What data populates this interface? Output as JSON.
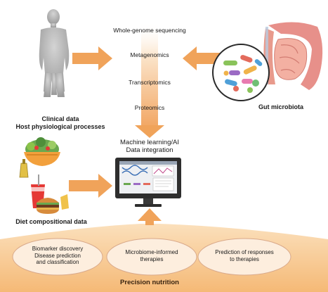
{
  "clinical": {
    "line1": "Clinical data",
    "line2": "Host physiological processes"
  },
  "gut": {
    "label": "Gut microbiota"
  },
  "omics": [
    "Whole-genome sequencing",
    "Metagenomics",
    "Transcriptomics",
    "Proteomics"
  ],
  "integration": {
    "line1": "Machine learning/AI",
    "line2": "Data integration"
  },
  "diet": {
    "label": "Diet compositional data"
  },
  "outcomes": [
    {
      "text": "Biomarker discovery\nDisease prediction\nand classification"
    },
    {
      "text": "Microbiome-informed\ntherapies"
    },
    {
      "text": "Prediction of responses\nto therapies"
    }
  ],
  "footer": {
    "label": "Precision nutrition"
  },
  "colors": {
    "arrow": "#f0a35a",
    "footer_band": "#f7c48a",
    "oval": "#fdeede",
    "oval_border": "#d9a98a"
  },
  "icons": [
    "human-silhouette-icon",
    "intestine-icon",
    "bacteria-icon",
    "salad-bowl-icon",
    "burger-icon",
    "soda-icon",
    "monitor-icon"
  ]
}
